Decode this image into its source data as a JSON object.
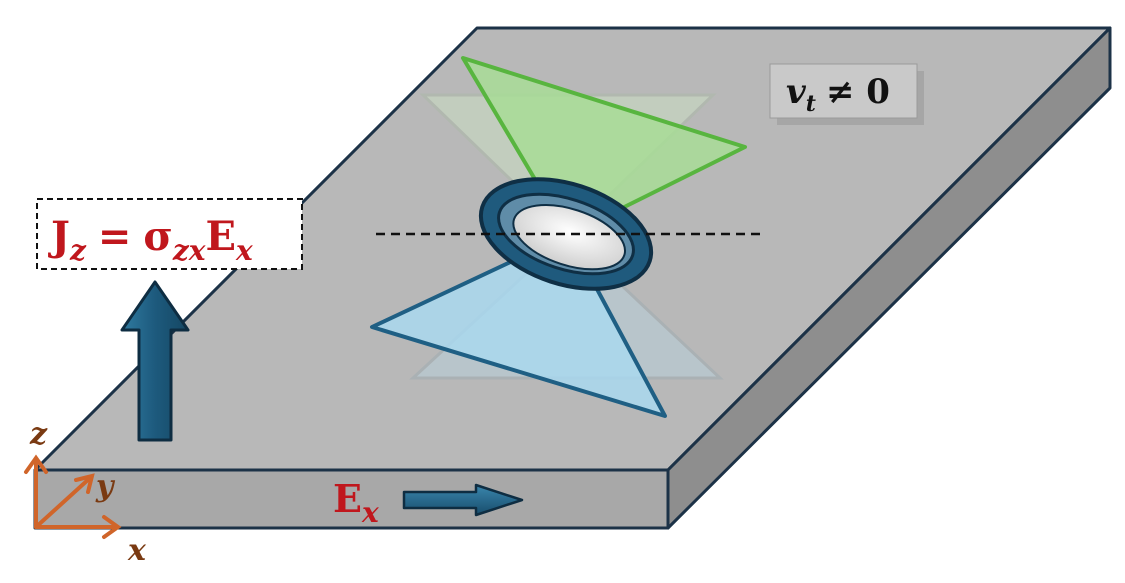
{
  "formula_box": {
    "J": "J",
    "J_sub": "z",
    "equals": "=",
    "sigma": "σ",
    "sigma_sub": "zx",
    "E": "E",
    "E_sub": "x"
  },
  "field_label": {
    "E": "E",
    "sub": "x"
  },
  "velocity_label": {
    "v": "v",
    "sub": "t",
    "rel": "≠ 0"
  },
  "axes": {
    "z": "z",
    "y": "y",
    "x": "x"
  },
  "colors": {
    "slab_top": "#b9b9b9",
    "slab_front": "#a9a9a9",
    "slab_side": "#8f8f8f",
    "outline": "#1c3247",
    "arrow_blue": "#23607f",
    "label_red": "#c0171d",
    "axis_orange": "#d0652a",
    "axis_label": "#7a3a12",
    "cone_green": "#5fbf4a",
    "cone_blue": "#8fd0ee"
  }
}
